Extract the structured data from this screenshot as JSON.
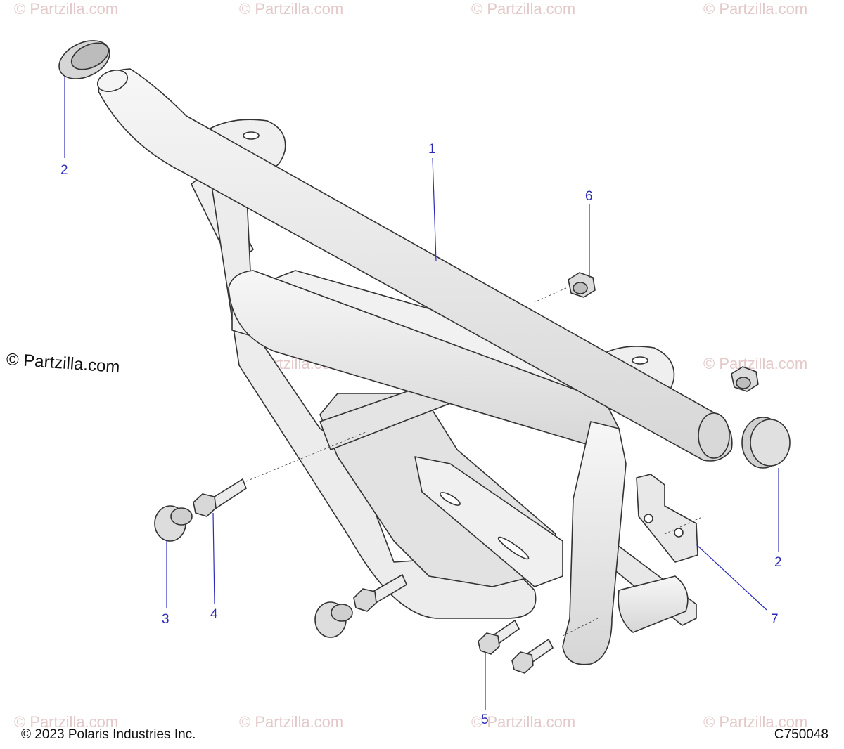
{
  "watermark": {
    "text": "© Partzilla.com",
    "faint_text": "© Partzilla.com"
  },
  "callouts": [
    {
      "id": "1",
      "label": "1"
    },
    {
      "id": "2a",
      "label": "2"
    },
    {
      "id": "2b",
      "label": "2"
    },
    {
      "id": "3",
      "label": "3"
    },
    {
      "id": "4",
      "label": "4"
    },
    {
      "id": "5",
      "label": "5"
    },
    {
      "id": "6",
      "label": "6"
    },
    {
      "id": "7",
      "label": "7"
    }
  ],
  "footer": {
    "copyright": "© 2023 Polaris Industries Inc.",
    "drawing_code": "C750048"
  },
  "colors": {
    "callout": "#2b2bb8",
    "part_fill": "#e9e9e9",
    "outline": "#333333"
  }
}
